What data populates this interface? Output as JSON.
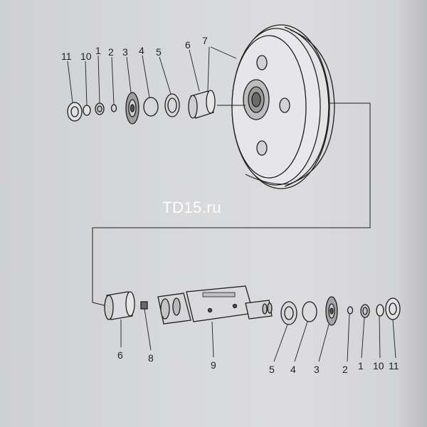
{
  "watermark": "TD15.ru",
  "labels_top": [
    "11",
    "10",
    "1",
    "2",
    "3",
    "4",
    "5",
    "6",
    "7"
  ],
  "labels_bottom": [
    "6",
    "8",
    "9",
    "5",
    "4",
    "3",
    "2",
    "1",
    "10",
    "11"
  ]
}
